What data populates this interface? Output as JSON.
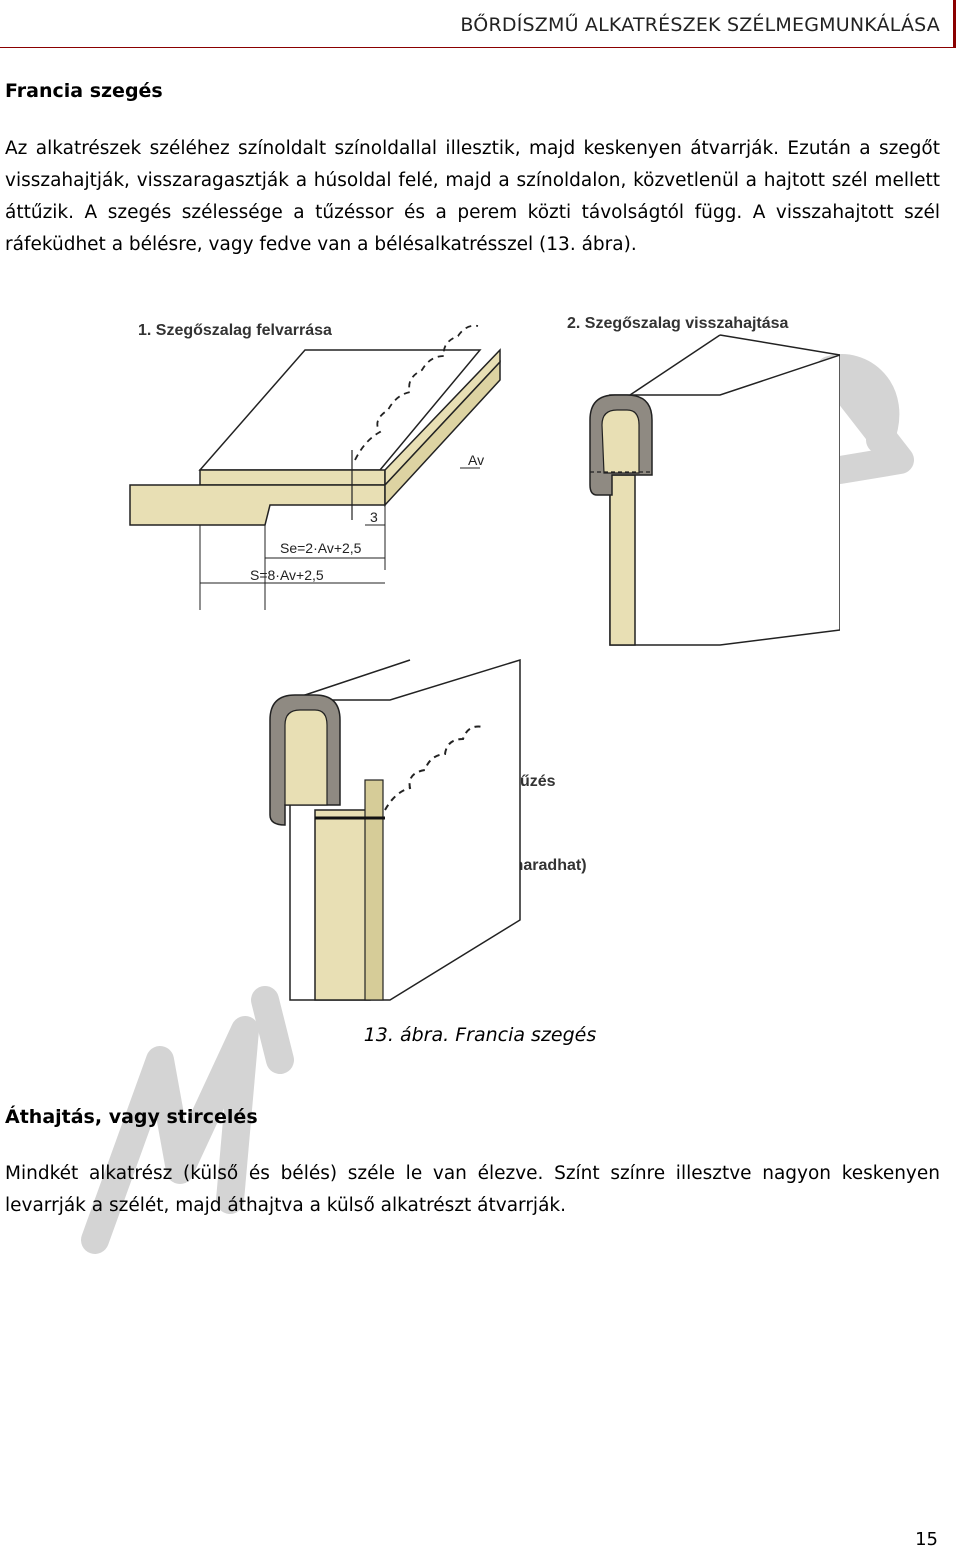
{
  "header": {
    "title": "BŐRDÍSZMŰ ALKATRÉSZEK SZÉLMEGMUNKÁLÁSA"
  },
  "section1": {
    "heading": "Francia szegés",
    "paragraph": "Az alkatrészek széléhez színoldalt színoldallal illesztik, majd keskenyen átvarrják. Ezután a szegőt visszahajtják, visszaragasztják a húsoldal felé, majd a színoldalon, közvetlenül a hajtott szél mellett áttűzik. A szegés szélessége a tűzéssor és a perem közti távolságtól függ. A visszahajtott szél ráfeküdhet a bélésre, vagy fedve van a bélésalkatrésszel (13. ábra)."
  },
  "figure": {
    "label1": "1. Szegőszalag felvarrása",
    "label2": "2. Szegőszalag visszahajtása",
    "label3": "3. Bélelés (el is maradhat)",
    "label4": "4. Áttűzés",
    "dim_av": "Av",
    "dim_3": "3",
    "dim_se": "Se=2·Av+2,5",
    "dim_s": "S=8·Av+2,5",
    "caption": "13. ábra. Francia szegés",
    "colors": {
      "leather": "#e8dfb4",
      "binding": "#8f8a82",
      "outline": "#222222"
    }
  },
  "section2": {
    "heading": "Áthajtás, vagy stircelés",
    "paragraph": "Mindkét alkatrész (külső és bélés) széle le van élezve. Színt színre illesztve nagyon keskenyen levarrják a szélét, majd áthajtva a külső alkatrészt átvarrják."
  },
  "page_number": "15"
}
